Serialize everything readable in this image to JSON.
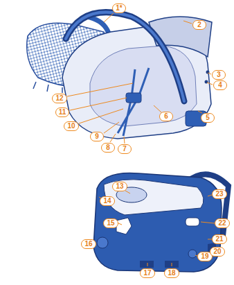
{
  "diagram": {
    "labels": [
      "1*",
      "2",
      "3",
      "4",
      "5",
      "6",
      "7",
      "8",
      "9",
      "10",
      "11",
      "12",
      "13",
      "14",
      "15",
      "16",
      "17",
      "18",
      "19",
      "20",
      "21",
      "22",
      "23"
    ]
  }
}
